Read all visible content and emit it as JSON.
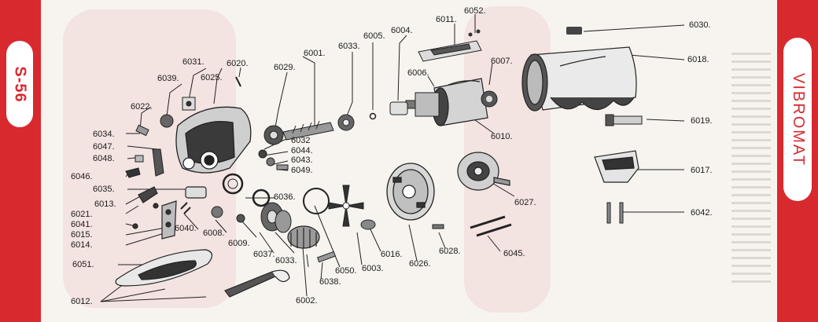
{
  "page_tag": "S-56",
  "brand": "VIBROMAT",
  "part_numbers": [
    "6001.",
    "6002.",
    "6003.",
    "6004.",
    "6005.",
    "6006.",
    "6007.",
    "6008.",
    "6009.",
    "6010.",
    "6011.",
    "6012.",
    "6013.",
    "6014.",
    "6015.",
    "6016.",
    "6017.",
    "6018.",
    "6019.",
    "6020.",
    "6021.",
    "6022.",
    "6025.",
    "6026.",
    "6027.",
    "6028.",
    "6029.",
    "6030.",
    "6031.",
    "6032",
    "6033.",
    "6033.",
    "6034.",
    "6035.",
    "6036.",
    "6037.",
    "6038.",
    "6039.",
    "6040.",
    "6041.",
    "6042.",
    "6043.",
    "6044.",
    "6045.",
    "6046.",
    "6047.",
    "6048.",
    "6049.",
    "6050.",
    "6051.",
    "6052."
  ]
}
